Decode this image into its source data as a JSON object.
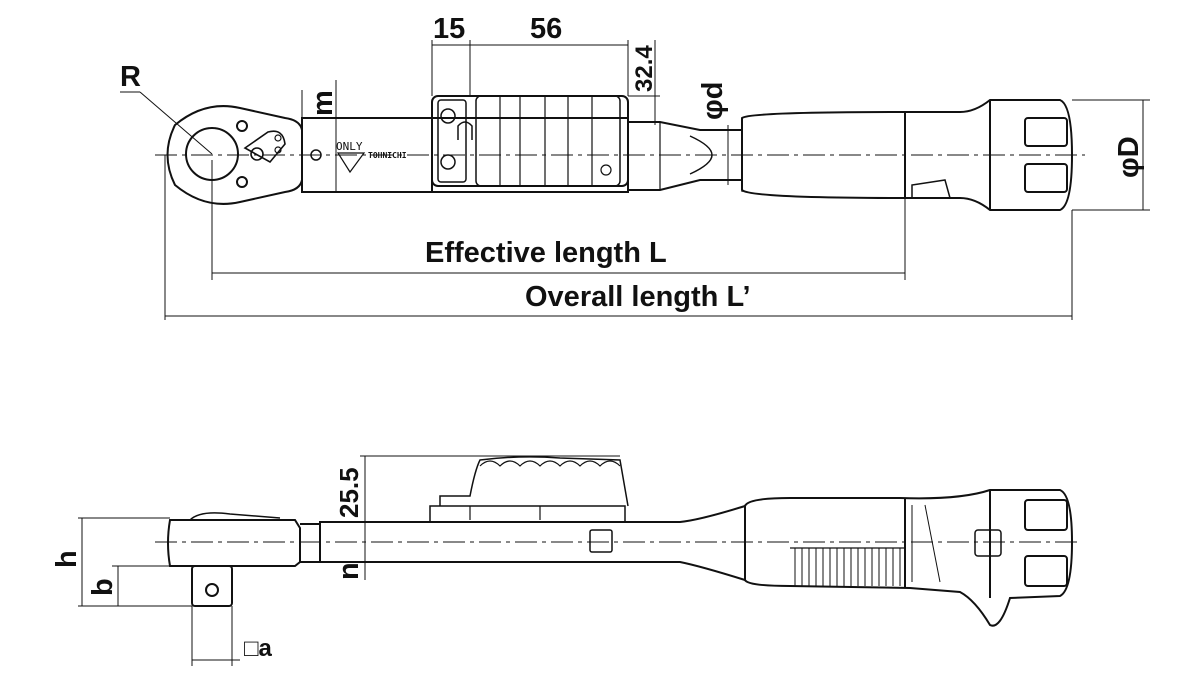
{
  "dimensions": {
    "top_d15": "15",
    "top_d56": "56",
    "top_d32_4": "32.4",
    "radius": "R",
    "m": "m",
    "phi_d": "φd",
    "phi_D": "φD",
    "effective_length": "Effective length L",
    "overall_length": "Overall length L’",
    "side_d25_5": "25.5",
    "h": "h",
    "b": "b",
    "n": "n",
    "square_a": "□a"
  },
  "markings": {
    "only": "ONLY",
    "brand": "TOHNICHI"
  },
  "colors": {
    "line": "#111111",
    "background": "#ffffff"
  }
}
